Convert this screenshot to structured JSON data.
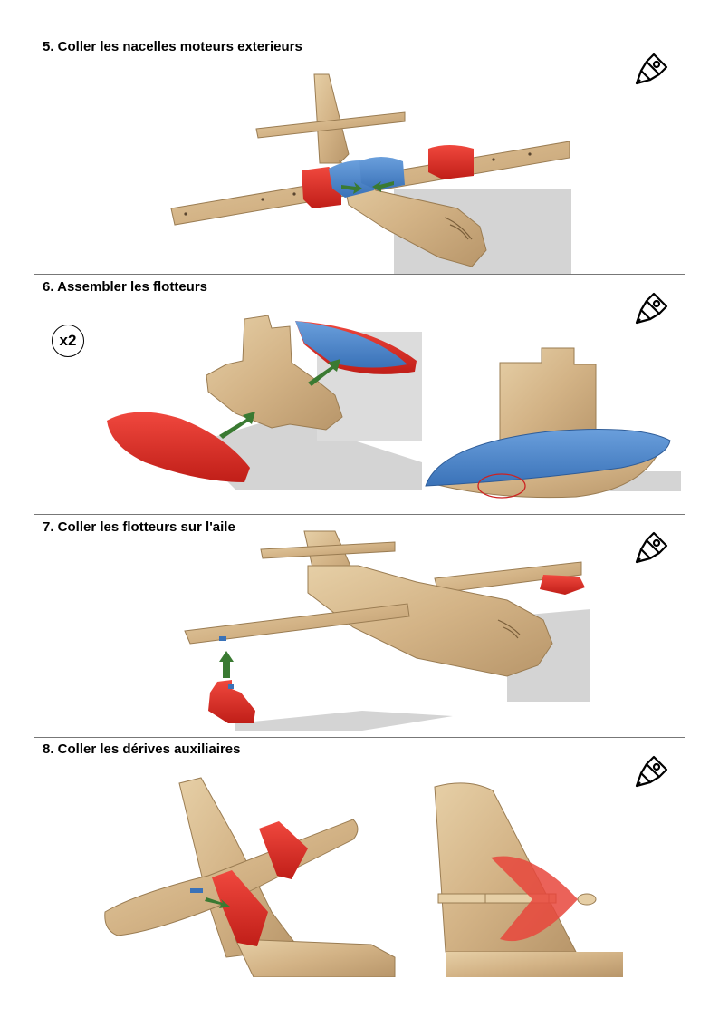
{
  "steps": [
    {
      "title": "5. Coller les nacelles moteurs exterieurs"
    },
    {
      "title": "6. Assembler les flotteurs",
      "badge": "x2"
    },
    {
      "title": "7. Coller les flotteurs sur l'aile"
    },
    {
      "title": "8. Coller les dérives auxiliaires"
    }
  ],
  "icons": [
    "glue-tube-icon",
    "glue-tube-icon",
    "glue-tube-icon",
    "glue-tube-icon"
  ],
  "colors": {
    "wood": "#d8bb8e",
    "wood_dark": "#b89a6e",
    "red": "#e02a20",
    "blue": "#4a86cc",
    "arrow": "#3a7a32",
    "shadow": "#d4d4d4"
  }
}
